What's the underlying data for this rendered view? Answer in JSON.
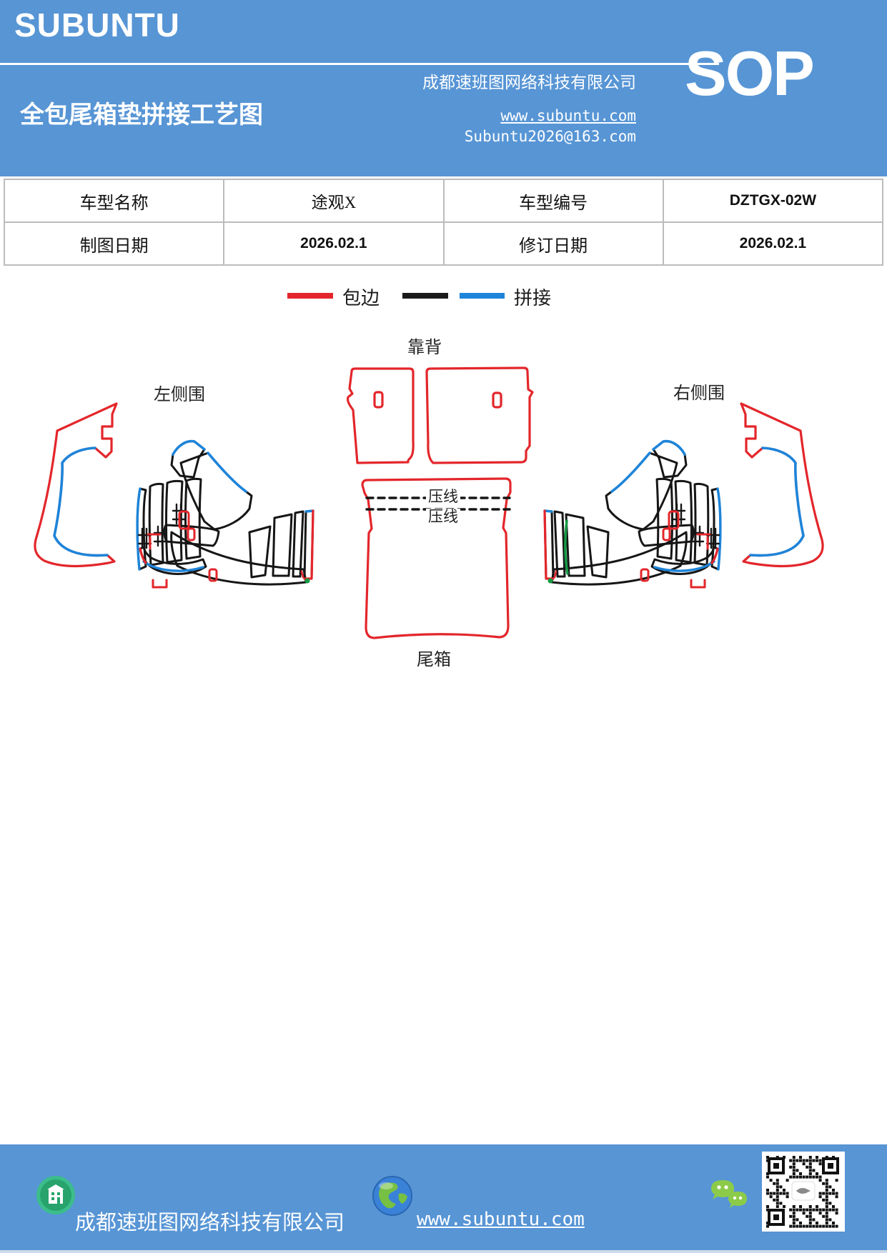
{
  "header": {
    "logo": "SUBUNTU",
    "title": "全包尾箱垫拼接工艺图",
    "company": "成都速班图网络科技有限公司",
    "website": "www.subuntu.com",
    "email": "Subuntu2026@163.com",
    "sop": "SOP"
  },
  "info_table": {
    "rows": [
      {
        "label1": "车型名称",
        "value1": "途观X",
        "label2": "车型编号",
        "value2": "DZTGX-02W"
      },
      {
        "label1": "制图日期",
        "value1": "2026.02.1",
        "label2": "修订日期",
        "value2": "2026.02.1"
      }
    ]
  },
  "legend": {
    "items": [
      {
        "label": "包边",
        "colors": [
          "#e3262b"
        ]
      },
      {
        "label": "拼接",
        "colors": [
          "#1a1a1a",
          "#1e84d9"
        ]
      }
    ]
  },
  "diagram": {
    "labels": {
      "backrest": "靠背",
      "left_side": "左侧围",
      "right_side": "右侧围",
      "press_line_1": "压线",
      "press_line_2": "压线",
      "trunk": "尾箱"
    }
  },
  "footer": {
    "company": "成都速班图网络科技有限公司",
    "website": "www.subuntu.com"
  },
  "colors": {
    "brand_blue": "#5795d5",
    "edge_red": "#e3262b",
    "stitch_black": "#1a1a1a",
    "stitch_blue": "#1e84d9",
    "accent_green": "#149a43"
  }
}
